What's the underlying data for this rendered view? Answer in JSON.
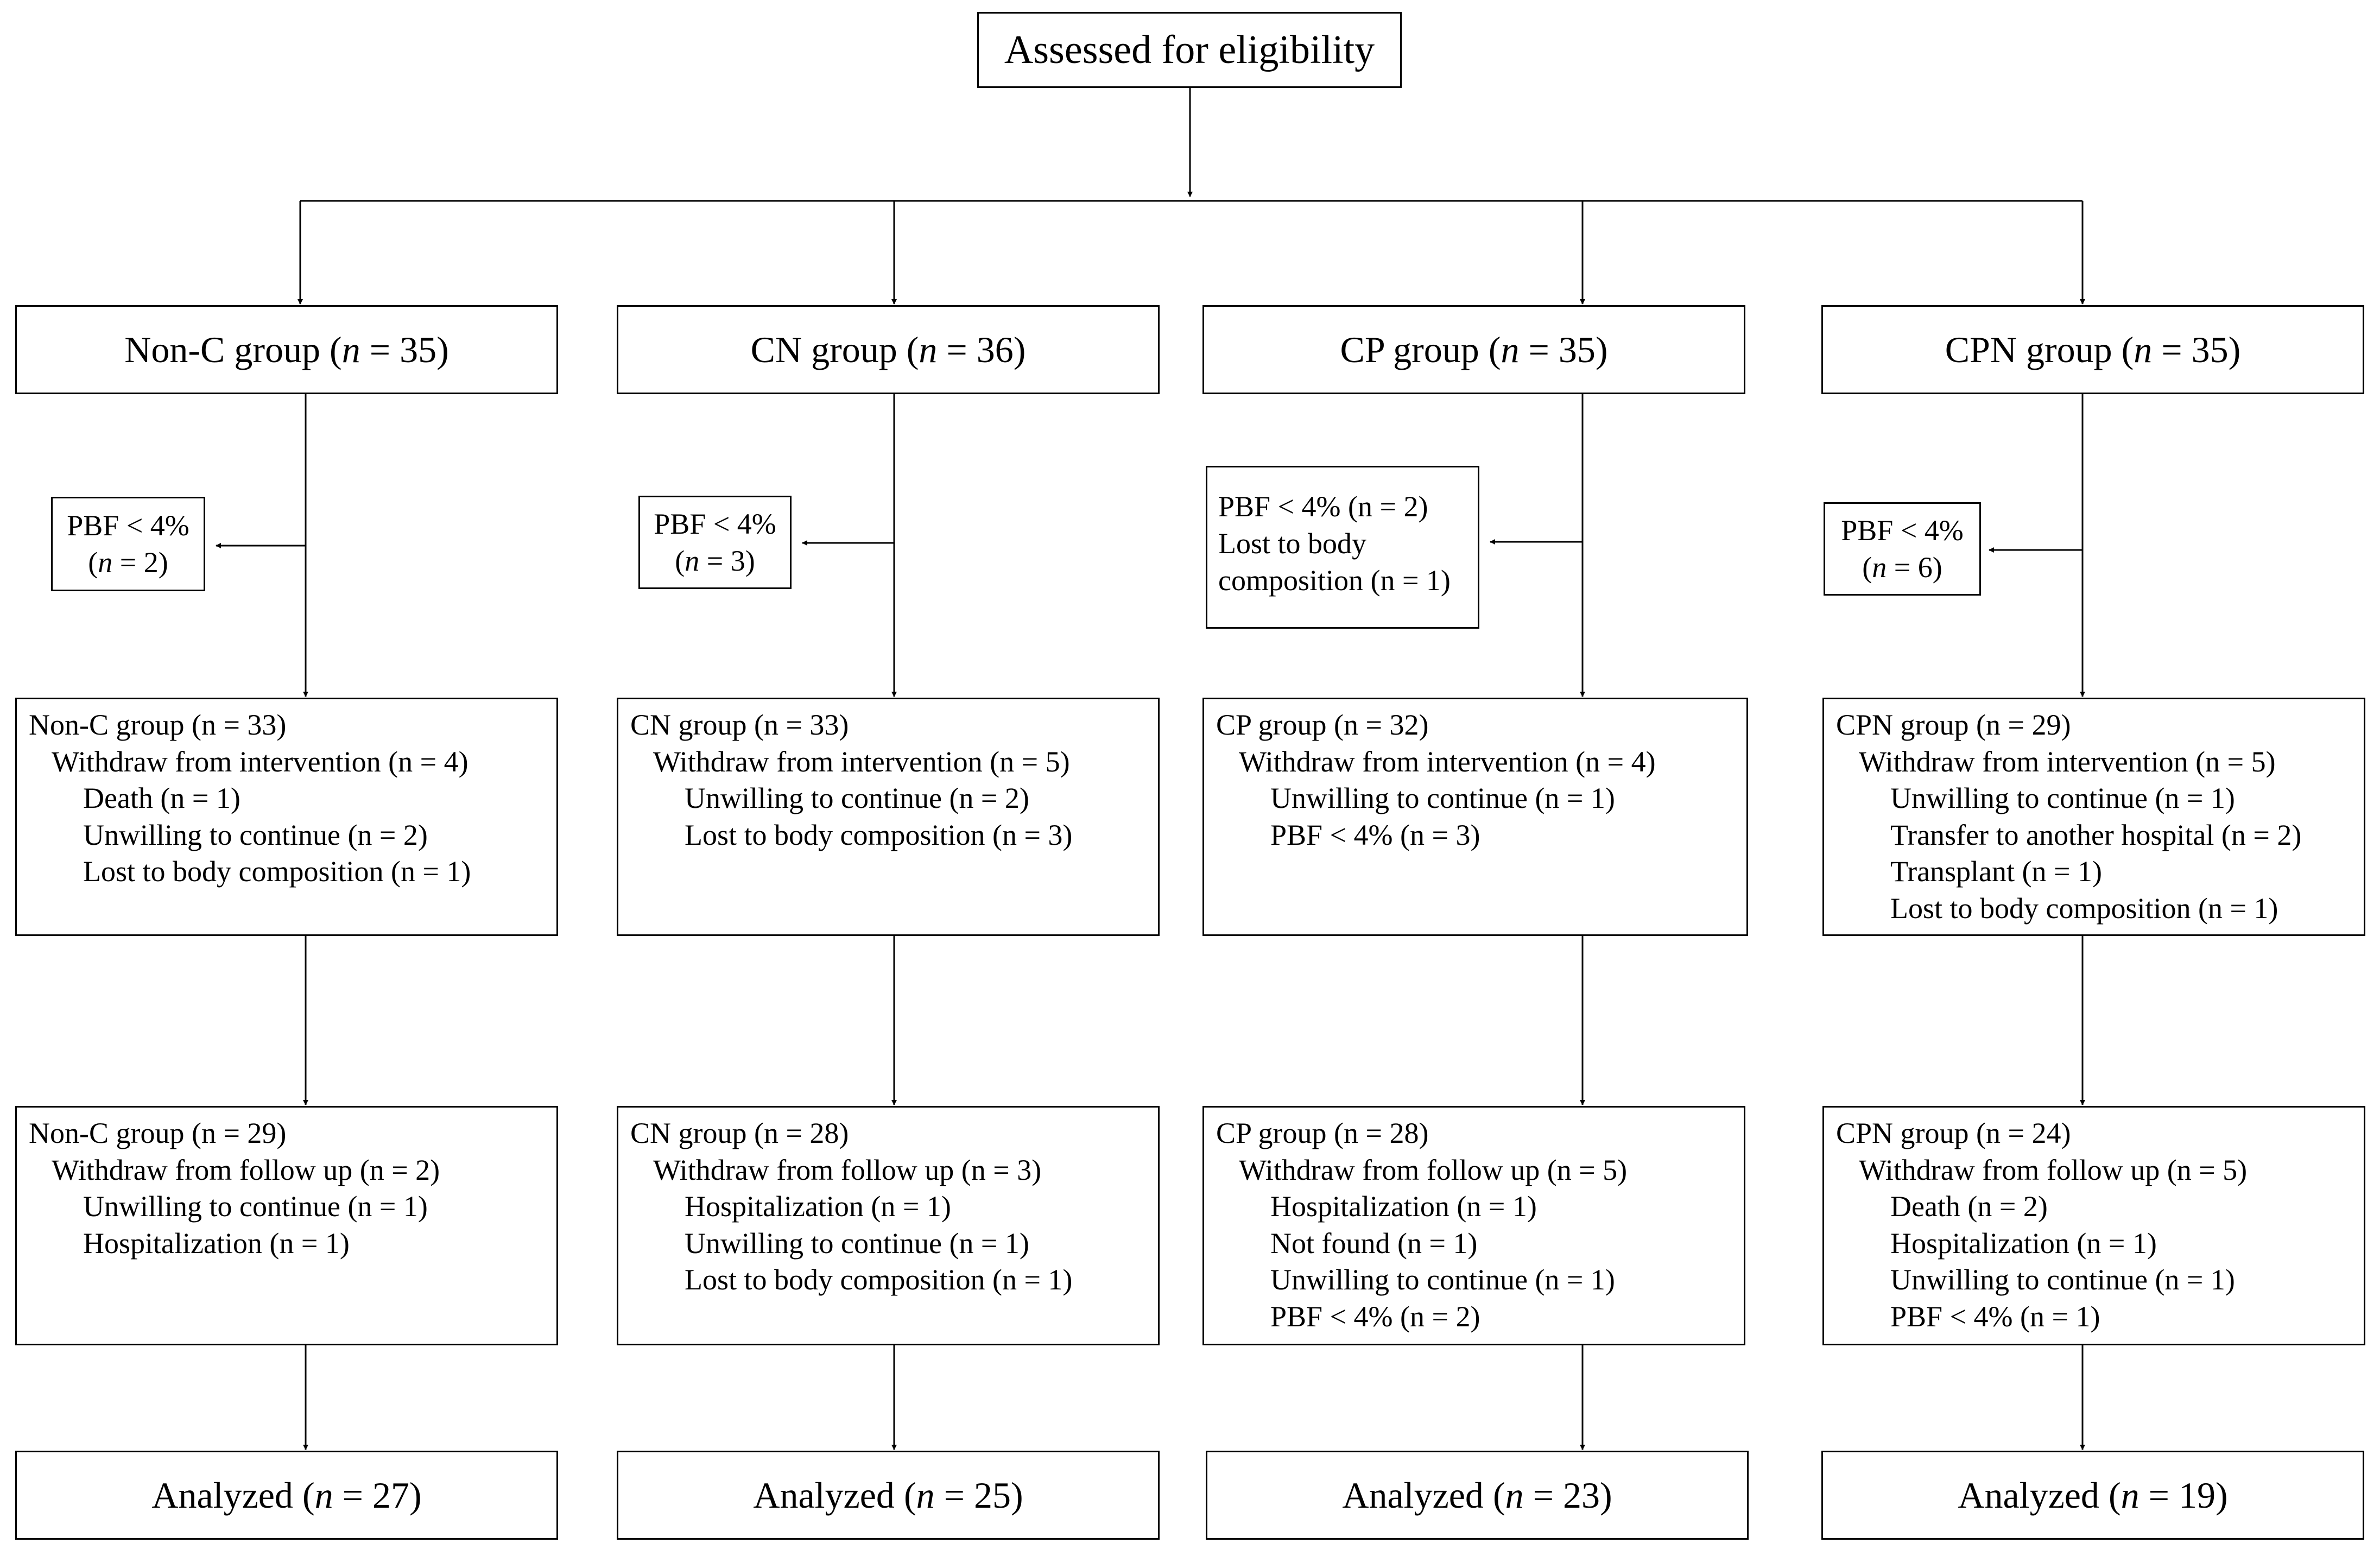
{
  "top": {
    "label": "Assessed for eligibility"
  },
  "groups": [
    {
      "label": "Non-C group",
      "n": "35"
    },
    {
      "label": "CN group",
      "n": "36"
    },
    {
      "label": "CP group",
      "n": "35"
    },
    {
      "label": "CPN group",
      "n": "35"
    }
  ],
  "exclusions": [
    {
      "label": "PBF < 4%",
      "n": "2"
    },
    {
      "label": "PBF < 4%",
      "n": "3"
    },
    {
      "lines": [
        "PBF < 4% (n = 2)",
        "Lost to body",
        "composition (n = 1)"
      ]
    },
    {
      "label": "PBF < 4%",
      "n": "6"
    }
  ],
  "intervention": [
    {
      "head": "Non-C group (n = 33)",
      "sub": "Withdraw from intervention (n = 4)",
      "items": [
        "Death (n = 1)",
        "Unwilling to continue (n = 2)",
        "Lost to body composition (n = 1)"
      ]
    },
    {
      "head": "CN group (n = 33)",
      "sub": "Withdraw from intervention (n = 5)",
      "items": [
        "Unwilling to continue (n = 2)",
        "Lost to body composition (n = 3)"
      ]
    },
    {
      "head": "CP group (n = 32)",
      "sub": "Withdraw from intervention (n = 4)",
      "items": [
        "Unwilling to continue (n = 1)",
        "PBF < 4% (n = 3)"
      ]
    },
    {
      "head": "CPN group (n = 29)",
      "sub": "Withdraw from intervention (n = 5)",
      "items": [
        "Unwilling to continue (n = 1)",
        "Transfer to another hospital (n = 2)",
        "Transplant (n = 1)",
        "Lost to body composition (n = 1)"
      ]
    }
  ],
  "followup": [
    {
      "head": "Non-C group (n = 29)",
      "sub": "Withdraw from follow up (n = 2)",
      "items": [
        "Unwilling to continue (n = 1)",
        "Hospitalization (n = 1)"
      ]
    },
    {
      "head": "CN group (n = 28)",
      "sub": "Withdraw from follow up (n = 3)",
      "items": [
        "Hospitalization (n = 1)",
        "Unwilling to continue (n = 1)",
        "Lost to body composition (n = 1)"
      ]
    },
    {
      "head": "CP group (n = 28)",
      "sub": "Withdraw from follow up (n = 5)",
      "items": [
        "Hospitalization (n = 1)",
        "Not found (n = 1)",
        "Unwilling to continue (n = 1)",
        "PBF < 4% (n = 2)"
      ]
    },
    {
      "head": "CPN group (n = 24)",
      "sub": "Withdraw from follow up (n = 5)",
      "items": [
        "Death (n = 2)",
        "Hospitalization (n = 1)",
        "Unwilling to continue (n = 1)",
        "PBF < 4% (n = 1)"
      ]
    }
  ],
  "analyzed": [
    {
      "label": "Analyzed",
      "n": "27"
    },
    {
      "label": "Analyzed",
      "n": "25"
    },
    {
      "label": "Analyzed",
      "n": "23"
    },
    {
      "label": "Analyzed",
      "n": "19"
    }
  ]
}
